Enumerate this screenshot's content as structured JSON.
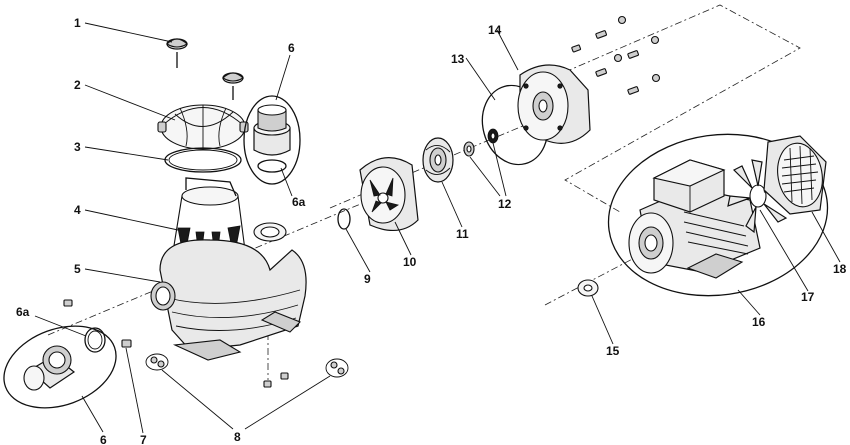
{
  "callouts": [
    {
      "id": "c1",
      "text": "1"
    },
    {
      "id": "c2",
      "text": "2"
    },
    {
      "id": "c3",
      "text": "3"
    },
    {
      "id": "c4",
      "text": "4"
    },
    {
      "id": "c5",
      "text": "5"
    },
    {
      "id": "c6top",
      "text": "6"
    },
    {
      "id": "c6atop",
      "text": "6a"
    },
    {
      "id": "c6aleft",
      "text": "6a"
    },
    {
      "id": "c6bottom",
      "text": "6"
    },
    {
      "id": "c7",
      "text": "7"
    },
    {
      "id": "c8",
      "text": "8"
    },
    {
      "id": "c9",
      "text": "9"
    },
    {
      "id": "c10",
      "text": "10"
    },
    {
      "id": "c11",
      "text": "11"
    },
    {
      "id": "c12",
      "text": "12"
    },
    {
      "id": "c13",
      "text": "13"
    },
    {
      "id": "c14",
      "text": "14"
    },
    {
      "id": "c15",
      "text": "15"
    },
    {
      "id": "c16",
      "text": "16"
    },
    {
      "id": "c17",
      "text": "17"
    },
    {
      "id": "c18",
      "text": "18"
    }
  ]
}
